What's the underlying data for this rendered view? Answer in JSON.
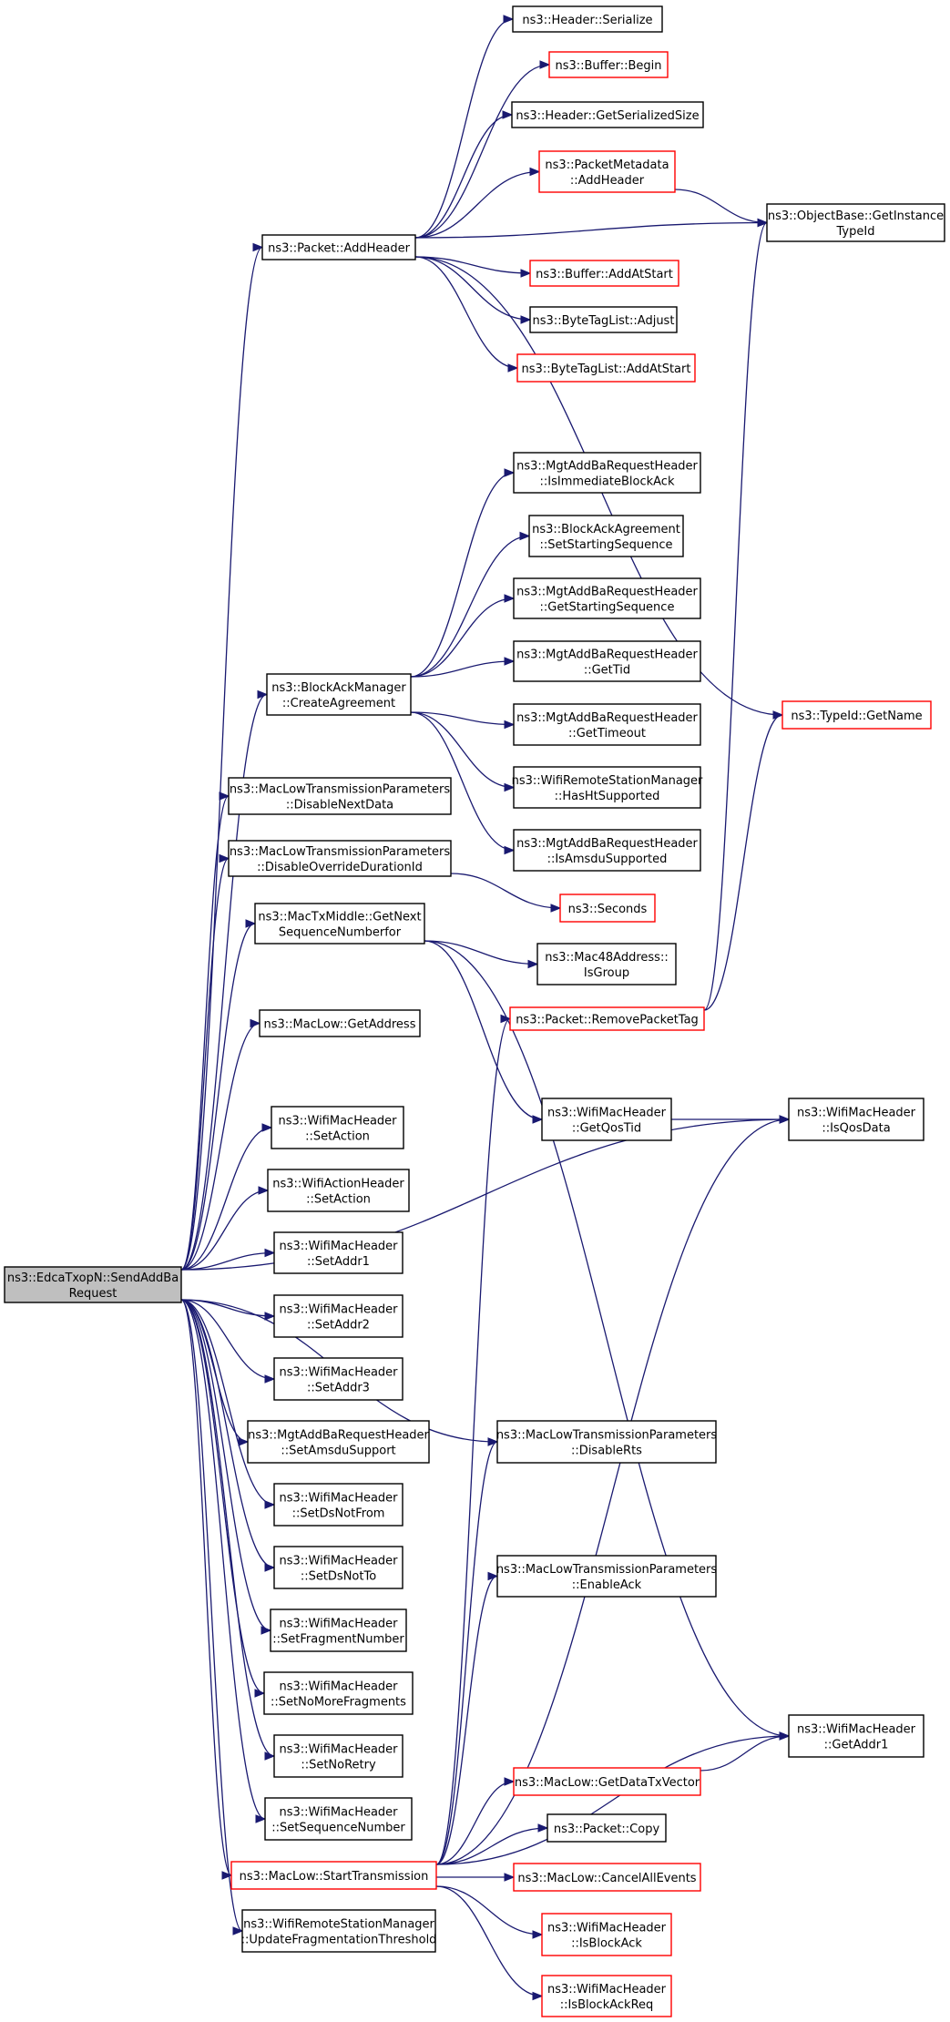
{
  "colors": {
    "edge": "#191970",
    "normal_border": "#000000",
    "truncated_border": "#ff0000",
    "root_fill": "#bfbfbf",
    "node_fill": "#ffffff"
  },
  "nodes": [
    {
      "id": "root",
      "label": [
        "ns3::EdcaTxopN::SendAddBa",
        "Request"
      ],
      "style": "root"
    },
    {
      "id": "n_add_header",
      "label": [
        "ns3::Packet::AddHeader"
      ],
      "style": "normal"
    },
    {
      "id": "n_hdr_serialize",
      "label": [
        "ns3::Header::Serialize"
      ],
      "style": "normal"
    },
    {
      "id": "n_buf_begin",
      "label": [
        "ns3::Buffer::Begin"
      ],
      "style": "truncated"
    },
    {
      "id": "n_hdr_getsize",
      "label": [
        "ns3::Header::GetSerializedSize"
      ],
      "style": "normal"
    },
    {
      "id": "n_pm_addheader",
      "label": [
        "ns3::PacketMetadata",
        "::AddHeader"
      ],
      "style": "truncated"
    },
    {
      "id": "n_getinstancetypeid",
      "label": [
        "ns3::ObjectBase::GetInstance",
        "TypeId"
      ],
      "style": "normal"
    },
    {
      "id": "n_buf_addatstart",
      "label": [
        "ns3::Buffer::AddAtStart"
      ],
      "style": "truncated"
    },
    {
      "id": "n_btl_adjust",
      "label": [
        "ns3::ByteTagList::Adjust"
      ],
      "style": "normal"
    },
    {
      "id": "n_btl_addatstart",
      "label": [
        "ns3::ByteTagList::AddAtStart"
      ],
      "style": "truncated"
    },
    {
      "id": "n_isimmediate",
      "label": [
        "ns3::MgtAddBaRequestHeader",
        "::IsImmediateBlockAck"
      ],
      "style": "normal"
    },
    {
      "id": "n_bak_setstarting",
      "label": [
        "ns3::BlockAckAgreement",
        "::SetStartingSequence"
      ],
      "style": "normal"
    },
    {
      "id": "n_getstarting",
      "label": [
        "ns3::MgtAddBaRequestHeader",
        "::GetStartingSequence"
      ],
      "style": "normal"
    },
    {
      "id": "n_gettid",
      "label": [
        "ns3::MgtAddBaRequestHeader",
        "::GetTid"
      ],
      "style": "normal"
    },
    {
      "id": "n_create_agreement",
      "label": [
        "ns3::BlockAckManager",
        "::CreateAgreement"
      ],
      "style": "normal"
    },
    {
      "id": "n_gettimeout",
      "label": [
        "ns3::MgtAddBaRequestHeader",
        "::GetTimeout"
      ],
      "style": "normal"
    },
    {
      "id": "n_typeid_getname",
      "label": [
        "ns3::TypeId::GetName"
      ],
      "style": "truncated"
    },
    {
      "id": "n_disable_nextdata",
      "label": [
        "ns3::MacLowTransmissionParameters",
        "::DisableNextData"
      ],
      "style": "normal"
    },
    {
      "id": "n_hashtsupported",
      "label": [
        "ns3::WifiRemoteStationManager",
        "::HasHtSupported"
      ],
      "style": "normal"
    },
    {
      "id": "n_disable_override",
      "label": [
        "ns3::MacLowTransmissionParameters",
        "::DisableOverrideDurationId"
      ],
      "style": "normal"
    },
    {
      "id": "n_isamsdu",
      "label": [
        "ns3::MgtAddBaRequestHeader",
        "::IsAmsduSupported"
      ],
      "style": "normal"
    },
    {
      "id": "n_seconds",
      "label": [
        "ns3::Seconds"
      ],
      "style": "truncated"
    },
    {
      "id": "n_getnextseq",
      "label": [
        "ns3::MacTxMiddle::GetNext",
        "SequenceNumberfor"
      ],
      "style": "normal"
    },
    {
      "id": "n_mac48_isgroup",
      "label": [
        "ns3::Mac48Address::",
        "IsGroup"
      ],
      "style": "normal"
    },
    {
      "id": "n_removepackettag",
      "label": [
        "ns3::Packet::RemovePacketTag"
      ],
      "style": "truncated"
    },
    {
      "id": "n_maclow_getaddress",
      "label": [
        "ns3::MacLow::GetAddress"
      ],
      "style": "normal"
    },
    {
      "id": "n_wmh_getqostid",
      "label": [
        "ns3::WifiMacHeader",
        "::GetQosTid"
      ],
      "style": "normal"
    },
    {
      "id": "n_wmh_isqosdata",
      "label": [
        "ns3::WifiMacHeader",
        "::IsQosData"
      ],
      "style": "normal"
    },
    {
      "id": "n_wmh_setaction",
      "label": [
        "ns3::WifiMacHeader",
        "::SetAction"
      ],
      "style": "normal"
    },
    {
      "id": "n_wah_setaction",
      "label": [
        "ns3::WifiActionHeader",
        "::SetAction"
      ],
      "style": "normal"
    },
    {
      "id": "n_setaddr1",
      "label": [
        "ns3::WifiMacHeader",
        "::SetAddr1"
      ],
      "style": "normal"
    },
    {
      "id": "n_setaddr2",
      "label": [
        "ns3::WifiMacHeader",
        "::SetAddr2"
      ],
      "style": "normal"
    },
    {
      "id": "n_setaddr3",
      "label": [
        "ns3::WifiMacHeader",
        "::SetAddr3"
      ],
      "style": "normal"
    },
    {
      "id": "n_setamsdu",
      "label": [
        "ns3::MgtAddBaRequestHeader",
        "::SetAmsduSupport"
      ],
      "style": "normal"
    },
    {
      "id": "n_disablerts",
      "label": [
        "ns3::MacLowTransmissionParameters",
        "::DisableRts"
      ],
      "style": "normal"
    },
    {
      "id": "n_setdsnotfrom",
      "label": [
        "ns3::WifiMacHeader",
        "::SetDsNotFrom"
      ],
      "style": "normal"
    },
    {
      "id": "n_setdsnotto",
      "label": [
        "ns3::WifiMacHeader",
        "::SetDsNotTo"
      ],
      "style": "normal"
    },
    {
      "id": "n_enableack",
      "label": [
        "ns3::MacLowTransmissionParameters",
        "::EnableAck"
      ],
      "style": "normal"
    },
    {
      "id": "n_setfragnum",
      "label": [
        "ns3::WifiMacHeader",
        "::SetFragmentNumber"
      ],
      "style": "normal"
    },
    {
      "id": "n_setnomorefrag",
      "label": [
        "ns3::WifiMacHeader",
        "::SetNoMoreFragments"
      ],
      "style": "normal"
    },
    {
      "id": "n_wmh_getaddr1",
      "label": [
        "ns3::WifiMacHeader",
        "::GetAddr1"
      ],
      "style": "normal"
    },
    {
      "id": "n_setnoretry",
      "label": [
        "ns3::WifiMacHeader",
        "::SetNoRetry"
      ],
      "style": "normal"
    },
    {
      "id": "n_getdatatxvector",
      "label": [
        "ns3::MacLow::GetDataTxVector"
      ],
      "style": "truncated"
    },
    {
      "id": "n_setseqnum",
      "label": [
        "ns3::WifiMacHeader",
        "::SetSequenceNumber"
      ],
      "style": "normal"
    },
    {
      "id": "n_packet_copy",
      "label": [
        "ns3::Packet::Copy"
      ],
      "style": "normal"
    },
    {
      "id": "n_starttx",
      "label": [
        "ns3::MacLow::StartTransmission"
      ],
      "style": "truncated"
    },
    {
      "id": "n_cancelall",
      "label": [
        "ns3::MacLow::CancelAllEvents"
      ],
      "style": "truncated"
    },
    {
      "id": "n_isblockack",
      "label": [
        "ns3::WifiMacHeader",
        "::IsBlockAck"
      ],
      "style": "truncated"
    },
    {
      "id": "n_updatefrag",
      "label": [
        "ns3::WifiRemoteStationManager",
        "::UpdateFragmentationThreshold"
      ],
      "style": "normal"
    },
    {
      "id": "n_isblockackreq",
      "label": [
        "ns3::WifiMacHeader",
        "::IsBlockAckReq"
      ],
      "style": "truncated"
    }
  ],
  "edges": [
    [
      "root",
      "n_add_header"
    ],
    [
      "root",
      "n_create_agreement"
    ],
    [
      "root",
      "n_disable_nextdata"
    ],
    [
      "root",
      "n_disable_override"
    ],
    [
      "root",
      "n_getnextseq"
    ],
    [
      "root",
      "n_wmh_isqosdata"
    ],
    [
      "root",
      "n_maclow_getaddress"
    ],
    [
      "root",
      "n_disablerts"
    ],
    [
      "root",
      "n_wmh_setaction"
    ],
    [
      "root",
      "n_wah_setaction"
    ],
    [
      "root",
      "n_setaddr1"
    ],
    [
      "root",
      "n_setaddr2"
    ],
    [
      "root",
      "n_setaddr3"
    ],
    [
      "root",
      "n_setamsdu"
    ],
    [
      "root",
      "n_setdsnotfrom"
    ],
    [
      "root",
      "n_setdsnotto"
    ],
    [
      "root",
      "n_setfragnum"
    ],
    [
      "root",
      "n_setnomorefrag"
    ],
    [
      "root",
      "n_setnoretry"
    ],
    [
      "root",
      "n_setseqnum"
    ],
    [
      "root",
      "n_starttx"
    ],
    [
      "root",
      "n_updatefrag"
    ],
    [
      "n_add_header",
      "n_hdr_serialize"
    ],
    [
      "n_add_header",
      "n_buf_begin"
    ],
    [
      "n_add_header",
      "n_hdr_getsize"
    ],
    [
      "n_add_header",
      "n_pm_addheader"
    ],
    [
      "n_add_header",
      "n_getinstancetypeid"
    ],
    [
      "n_add_header",
      "n_buf_addatstart"
    ],
    [
      "n_add_header",
      "n_btl_adjust"
    ],
    [
      "n_add_header",
      "n_btl_addatstart"
    ],
    [
      "n_add_header",
      "n_typeid_getname"
    ],
    [
      "n_pm_addheader",
      "n_getinstancetypeid"
    ],
    [
      "n_create_agreement",
      "n_isimmediate"
    ],
    [
      "n_create_agreement",
      "n_bak_setstarting"
    ],
    [
      "n_create_agreement",
      "n_getstarting"
    ],
    [
      "n_create_agreement",
      "n_gettid"
    ],
    [
      "n_create_agreement",
      "n_gettimeout"
    ],
    [
      "n_create_agreement",
      "n_hashtsupported"
    ],
    [
      "n_create_agreement",
      "n_isamsdu"
    ],
    [
      "n_disable_override",
      "n_seconds"
    ],
    [
      "n_getnextseq",
      "n_mac48_isgroup"
    ],
    [
      "n_getnextseq",
      "n_wmh_getqostid"
    ],
    [
      "n_getnextseq",
      "n_wmh_getaddr1"
    ],
    [
      "n_wmh_getqostid",
      "n_wmh_isqosdata"
    ],
    [
      "n_removepackettag",
      "n_getinstancetypeid"
    ],
    [
      "n_removepackettag",
      "n_typeid_getname"
    ],
    [
      "n_starttx",
      "n_removepackettag"
    ],
    [
      "n_starttx",
      "n_disablerts"
    ],
    [
      "n_starttx",
      "n_enableack"
    ],
    [
      "n_starttx",
      "n_wmh_getaddr1"
    ],
    [
      "n_starttx",
      "n_getdatatxvector"
    ],
    [
      "n_starttx",
      "n_packet_copy"
    ],
    [
      "n_starttx",
      "n_cancelall"
    ],
    [
      "n_starttx",
      "n_isblockack"
    ],
    [
      "n_starttx",
      "n_isblockackreq"
    ],
    [
      "n_starttx",
      "n_wmh_isqosdata"
    ],
    [
      "n_getdatatxvector",
      "n_wmh_getaddr1"
    ]
  ]
}
